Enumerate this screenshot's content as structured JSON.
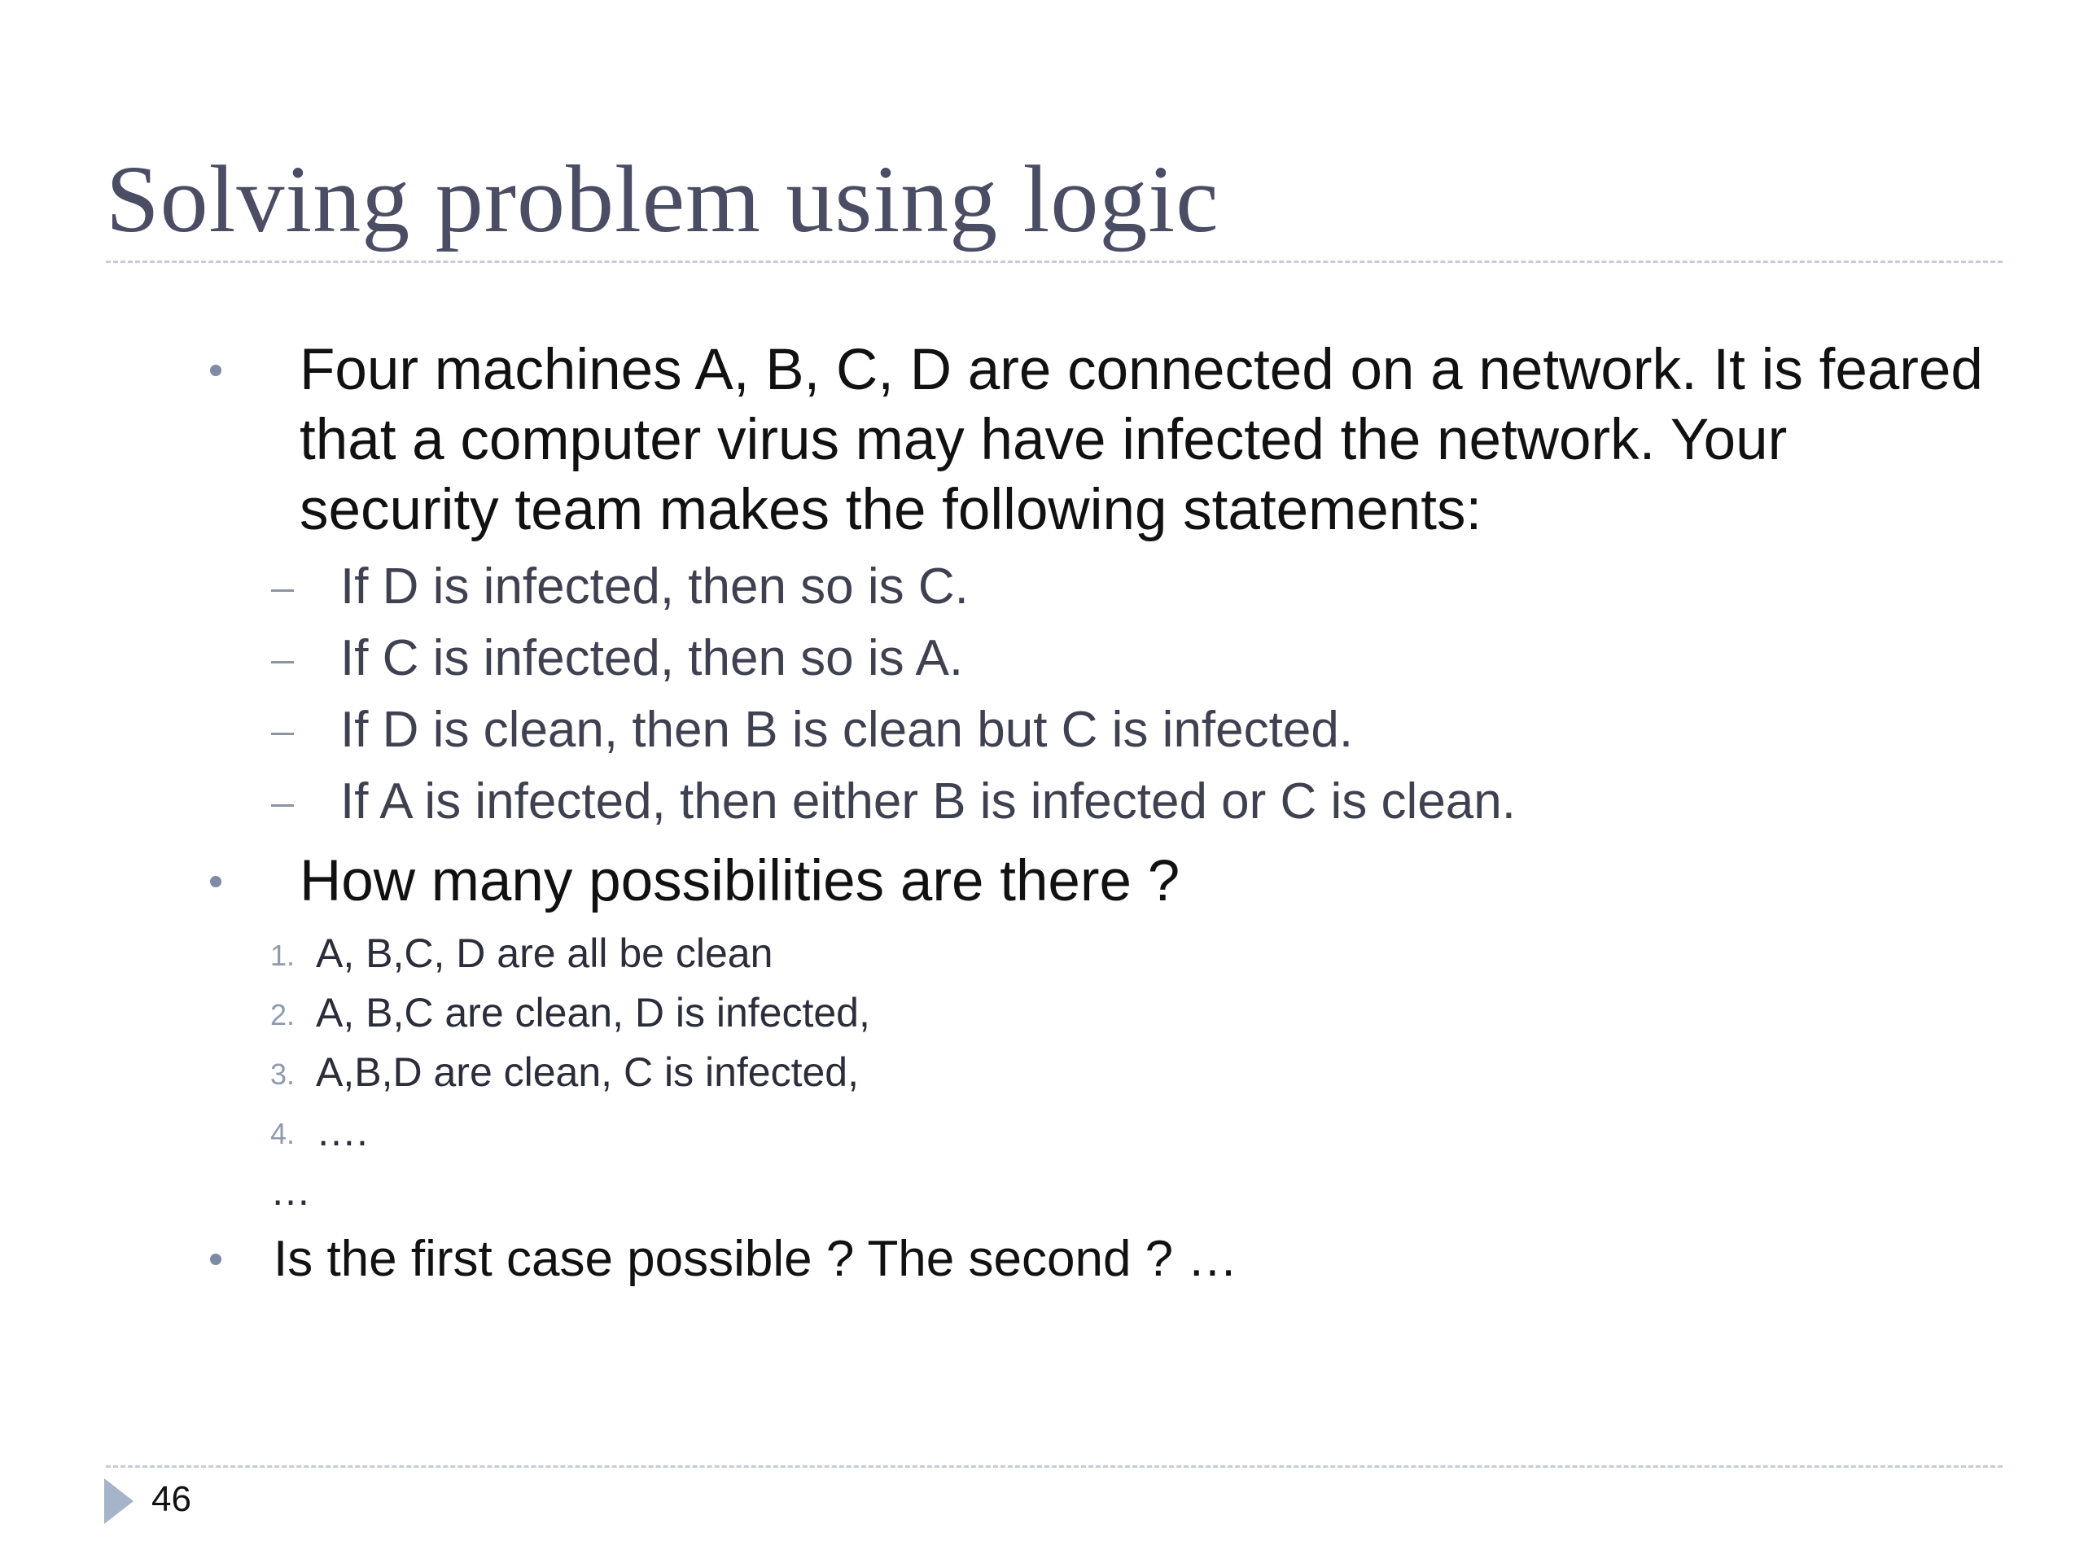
{
  "slide": {
    "title": "Solving problem using logic",
    "page_number": "46"
  },
  "bullets": [
    {
      "lines": [
        "Four machines A, B, C, D are connected on a network. It is feared",
        "that a computer virus may have infected the network. Your",
        "security team makes the following statements:"
      ]
    },
    {
      "lines": [
        "How many possibilities are there ?"
      ]
    },
    {
      "lines": [
        "Is the first case possible ? The second ? …"
      ]
    }
  ],
  "statements": [
    "If D is infected, then so is C.",
    "If C is infected, then so is A.",
    "If D is clean, then B is clean but C is infected.",
    "If A is infected, then either B is infected or C is clean."
  ],
  "possibilities": [
    {
      "number": "1.",
      "text": "A, B,C, D are all be clean"
    },
    {
      "number": "2.",
      "text": "A, B,C are clean, D is infected,"
    },
    {
      "number": "3.",
      "text": "A,B,D are clean, C is infected,"
    },
    {
      "number": "4.",
      "text": "…."
    }
  ],
  "trailing_ellipsis": "…",
  "colors": {
    "title": "#4a4d63",
    "accent": "#a6b4c9",
    "rule": "#c4cdd8"
  },
  "icons": {
    "footer": "play-triangle-icon",
    "bullet": "bullet-dot-icon",
    "sub_bullet": "dash-icon"
  }
}
